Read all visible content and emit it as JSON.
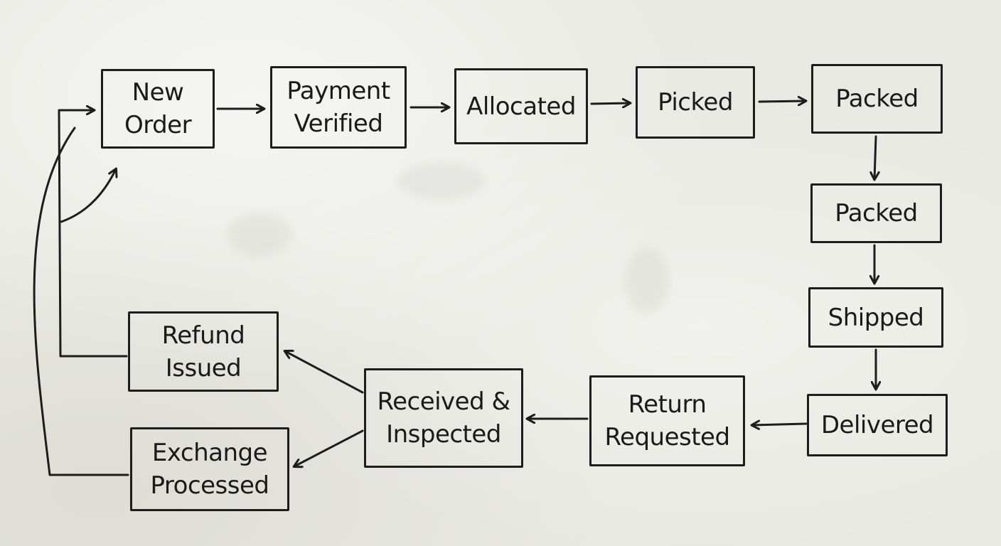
{
  "diagram": {
    "nodes": {
      "new_order": [
        "New",
        "Order"
      ],
      "payment_verified": [
        "Payment",
        "Verified"
      ],
      "allocated": [
        "Allocated"
      ],
      "picked": [
        "Picked"
      ],
      "packed_1": [
        "Packed"
      ],
      "packed_2": [
        "Packed"
      ],
      "shipped": [
        "Shipped"
      ],
      "delivered": [
        "Delivered"
      ],
      "return_requested": [
        "Return",
        "Requested"
      ],
      "received_inspected": [
        "Received &",
        "Inspected"
      ],
      "refund_issued": [
        "Refund",
        "Issued"
      ],
      "exchange_processed": [
        "Exchange",
        "Processed"
      ]
    },
    "edges": [
      {
        "from": "new_order",
        "to": "payment_verified"
      },
      {
        "from": "payment_verified",
        "to": "allocated"
      },
      {
        "from": "allocated",
        "to": "picked"
      },
      {
        "from": "picked",
        "to": "packed_1"
      },
      {
        "from": "packed_1",
        "to": "packed_2"
      },
      {
        "from": "packed_2",
        "to": "shipped"
      },
      {
        "from": "shipped",
        "to": "delivered"
      },
      {
        "from": "delivered",
        "to": "return_requested"
      },
      {
        "from": "return_requested",
        "to": "received_inspected"
      },
      {
        "from": "received_inspected",
        "to": "refund_issued"
      },
      {
        "from": "received_inspected",
        "to": "exchange_processed"
      },
      {
        "from": "refund_issued",
        "to": "new_order"
      },
      {
        "from": "exchange_processed",
        "to": "new_order"
      }
    ],
    "colors": {
      "ink": "#1d1d1d",
      "board": "#e9e9e3"
    }
  }
}
